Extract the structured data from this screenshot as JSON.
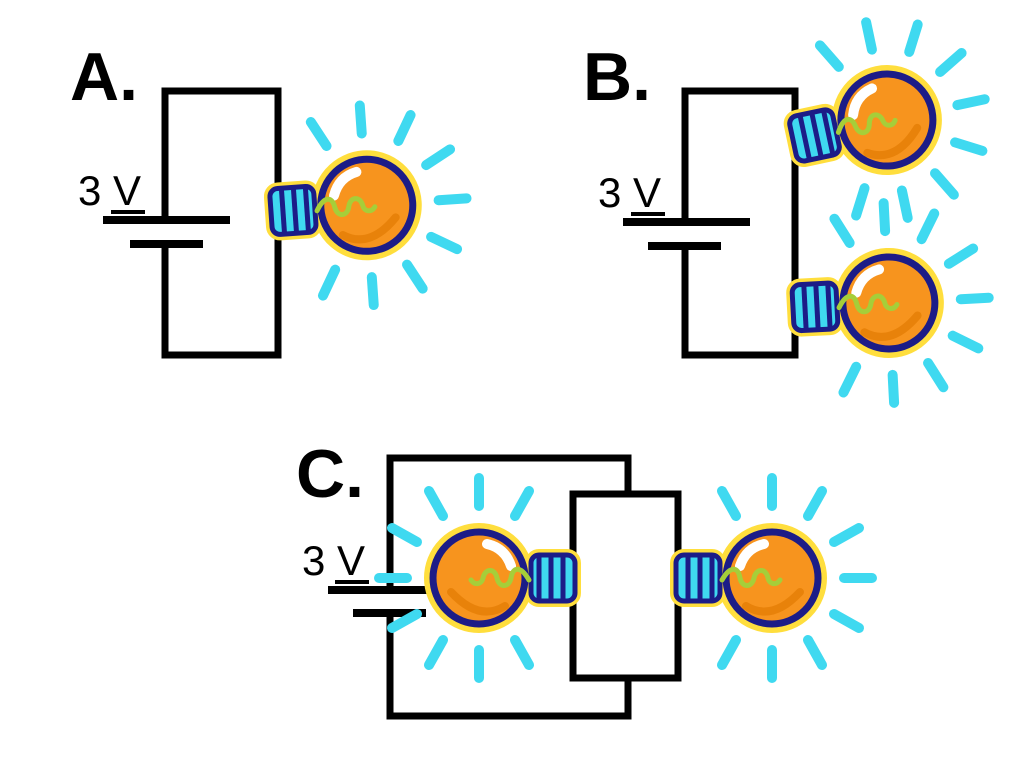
{
  "figure": {
    "type": "circuit-diagrams",
    "background": "#ffffff"
  },
  "colors": {
    "wire": "#000000",
    "glass": "#F7941E",
    "outline": "#1C1C87",
    "glow": "#FFDE3D",
    "rays": "#3FD9F0",
    "base": "#3FD9F0",
    "filament": "#A6CE39"
  },
  "diagrams": [
    {
      "label": "A.",
      "battery_label": "3 V",
      "bulbs": 1,
      "circuit": "single bulb circuit"
    },
    {
      "label": "B.",
      "battery_label": "3 V",
      "bulbs": 2,
      "circuit": "two bulbs in series"
    },
    {
      "label": "C.",
      "battery_label": "3 V",
      "bulbs": 2,
      "circuit": "two bulbs in parallel"
    }
  ]
}
